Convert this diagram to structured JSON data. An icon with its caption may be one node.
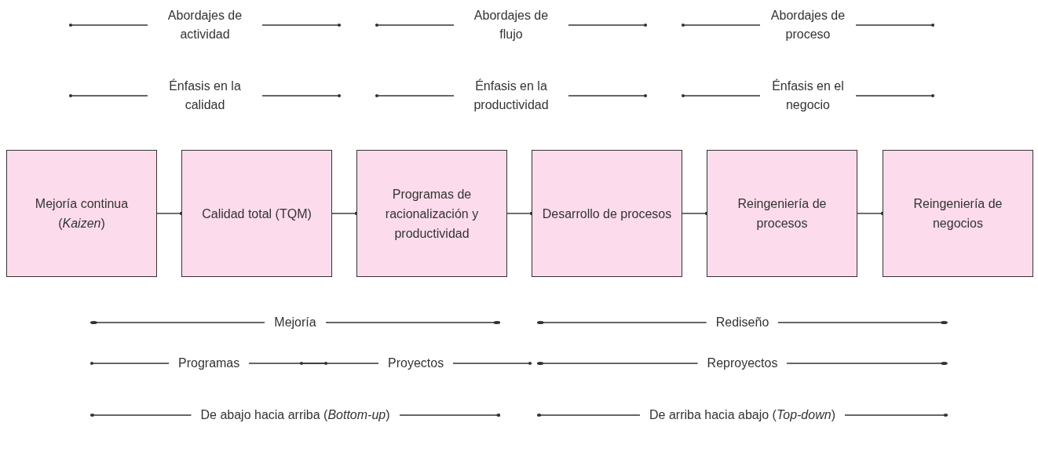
{
  "diagram": {
    "nodes": [
      {
        "text": [
          "Mejoría continua (*Kaizen*)"
        ]
      },
      {
        "text": [
          "Calidad total (TQM)"
        ]
      },
      {
        "text": [
          "Programas de racionalización y productividad"
        ]
      },
      {
        "text": [
          "Desarrollo de procesos"
        ]
      },
      {
        "text": [
          "Reingeniería de procesos"
        ]
      },
      {
        "text": [
          "Reingeniería de negocios"
        ]
      }
    ],
    "edges": [
      {
        "from": 0,
        "to": 1,
        "arrow": "other"
      },
      {
        "from": 1,
        "to": 2,
        "arrow": "other"
      },
      {
        "from": 2,
        "to": 3,
        "arrow": "other"
      },
      {
        "from": 3,
        "to": 4,
        "arrow": "other"
      },
      {
        "from": 4,
        "to": 5,
        "arrow": "other"
      }
    ],
    "labels": [
      "Abordajes de actividad",
      "Abordajes de flujo",
      "Abordajes de proceso",
      "Énfasis en la calidad",
      "Énfasis en la productividad",
      "Énfasis en el negocio",
      "Mejoría",
      "Rediseño",
      "Programas",
      "Proyectos",
      "Reproyectos",
      "De abajo hacia arriba (*Bottom-up*)",
      "De arriba hacia abajo (*Top-down*)"
    ]
  }
}
